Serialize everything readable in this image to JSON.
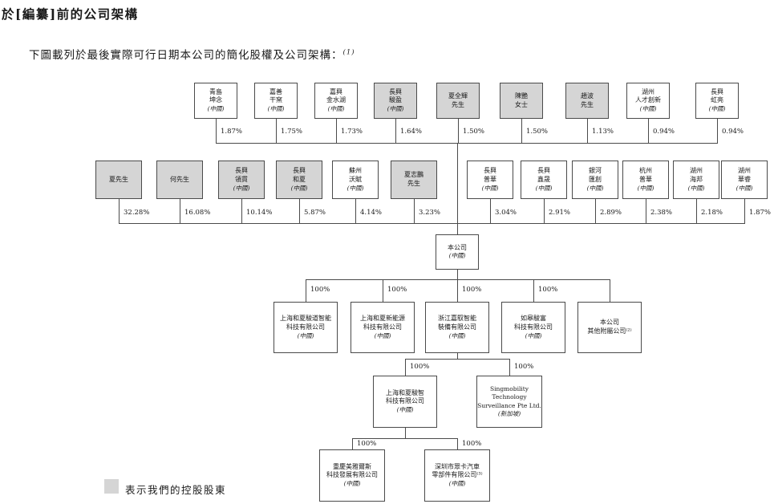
{
  "page": {
    "title": "於[編纂]前的公司架構",
    "subtitle": "下圖載列於最後實際可行日期本公司的簡化股權及公司架構：",
    "subtitle_note": "(1)"
  },
  "colors": {
    "controlling_fill": "#d5d5d5",
    "box_border": "#4a4a4a",
    "line": "#4a4a4a",
    "text": "#1a1a1a"
  },
  "row1": [
    {
      "name": "青島\n坤念",
      "region": "(中國)",
      "pct": "1.87%",
      "controlling": false
    },
    {
      "name": "嘉善\n干窯",
      "region": "(中國)",
      "pct": "1.75%",
      "controlling": false
    },
    {
      "name": "嘉興\n金水湖",
      "region": "(中國)",
      "pct": "1.73%",
      "controlling": false
    },
    {
      "name": "長興\n駿盈",
      "region": "(中國)",
      "pct": "1.64%",
      "controlling": true
    },
    {
      "name": "夏全輝\n先生",
      "region": "",
      "pct": "1.50%",
      "controlling": true
    },
    {
      "name": "陳艷\n女士",
      "region": "",
      "pct": "1.50%",
      "controlling": true
    },
    {
      "name": "趙波\n先生",
      "region": "",
      "pct": "1.13%",
      "controlling": true
    },
    {
      "name": "湖州\n人才創新",
      "region": "(中國)",
      "pct": "0.94%",
      "controlling": false
    },
    {
      "name": "長興\n虹亮",
      "region": "(中國)",
      "pct": "0.94%",
      "controlling": false
    }
  ],
  "row2": [
    {
      "name": "夏先生",
      "region": "",
      "pct": "32.28%",
      "controlling": true
    },
    {
      "name": "何先生",
      "region": "",
      "pct": "16.08%",
      "controlling": true
    },
    {
      "name": "長興\n領貫",
      "region": "(中國)",
      "pct": "10.14%",
      "controlling": true
    },
    {
      "name": "長興\n和夏",
      "region": "(中國)",
      "pct": "5.87%",
      "controlling": true
    },
    {
      "name": "蘇州\n沃賦",
      "region": "(中國)",
      "pct": "4.14%",
      "controlling": false
    },
    {
      "name": "夏志鵬\n先生",
      "region": "",
      "pct": "3.23%",
      "controlling": true
    },
    {
      "name": "長興\n普華",
      "region": "(中國)",
      "pct": "3.04%",
      "controlling": false
    },
    {
      "name": "長興\n鑫晟",
      "region": "(中國)",
      "pct": "2.91%",
      "controlling": false
    },
    {
      "name": "銀河\n匯創",
      "region": "(中國)",
      "pct": "2.89%",
      "controlling": false
    },
    {
      "name": "杭州\n普華",
      "region": "(中國)",
      "pct": "2.38%",
      "controlling": false
    },
    {
      "name": "湖州\n海邦",
      "region": "(中國)",
      "pct": "2.18%",
      "controlling": false
    },
    {
      "name": "湖州\n華睿",
      "region": "(中國)",
      "pct": "1.87%",
      "controlling": false
    }
  ],
  "company": {
    "name": "本公司",
    "region": "(中國)"
  },
  "subs": [
    {
      "name": "上海和夏駿道智能\n科技有限公司",
      "region": "(中國)",
      "pct": "100%"
    },
    {
      "name": "上海和夏新能源\n科技有限公司",
      "region": "(中國)",
      "pct": "100%"
    },
    {
      "name": "浙江嘉馭智能\n裝備有限公司",
      "region": "(中國)",
      "pct": "100%"
    },
    {
      "name": "如皋駿富\n科技有限公司",
      "region": "(中國)",
      "pct": "100%"
    },
    {
      "name": "本公司\n其他附屬公司⁽²⁾",
      "region": "",
      "pct": ""
    }
  ],
  "l4": [
    {
      "name": "上海和夏駿智\n科技有限公司",
      "region": "(中國)",
      "pct": "100%"
    },
    {
      "name": "Singmobility\nTechnology\nSurveillance Pte Ltd.",
      "region": "(新加坡)",
      "pct": "100%"
    }
  ],
  "l5": [
    {
      "name": "重慶美雅爾斯\n科技發展有限公司",
      "region": "(中國)",
      "pct": "100%"
    },
    {
      "name": "深圳市眾卡汽車\n零部件有限公司⁽³⁾",
      "region": "(中國)",
      "pct": "100%"
    }
  ],
  "legend": {
    "label": "表示我們的控股股東"
  }
}
